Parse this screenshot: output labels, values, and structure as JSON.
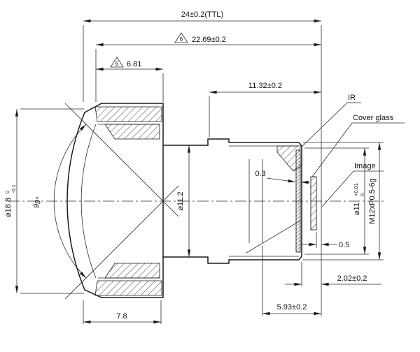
{
  "drawing": {
    "dims": {
      "ttl": "24±0.2(TTL)",
      "barrel_len": "22.69±0.2",
      "front_len": "6.81",
      "thread_len": "11.32±0.2",
      "rev_marker": "6",
      "ir_thickness": "0.3",
      "cg_to_image": "0.5",
      "flange_back": "2.02±0.2",
      "rear_len": "5.93±0.2",
      "front_width": "7.8",
      "front_dia": "⌀18.8",
      "front_dia_tol_up": "0",
      "front_dia_tol_dn": "-0.1",
      "fov": "99°",
      "mid_dia": "⌀11.2",
      "bore_dia": "⌀11",
      "bore_tol_up": "+0.01",
      "bore_tol_dn": "0",
      "thread_spec": "M12xP0.5-6g"
    },
    "labels": {
      "ir": "IR",
      "cover_glass": "Cover glass",
      "image": "Image"
    }
  }
}
